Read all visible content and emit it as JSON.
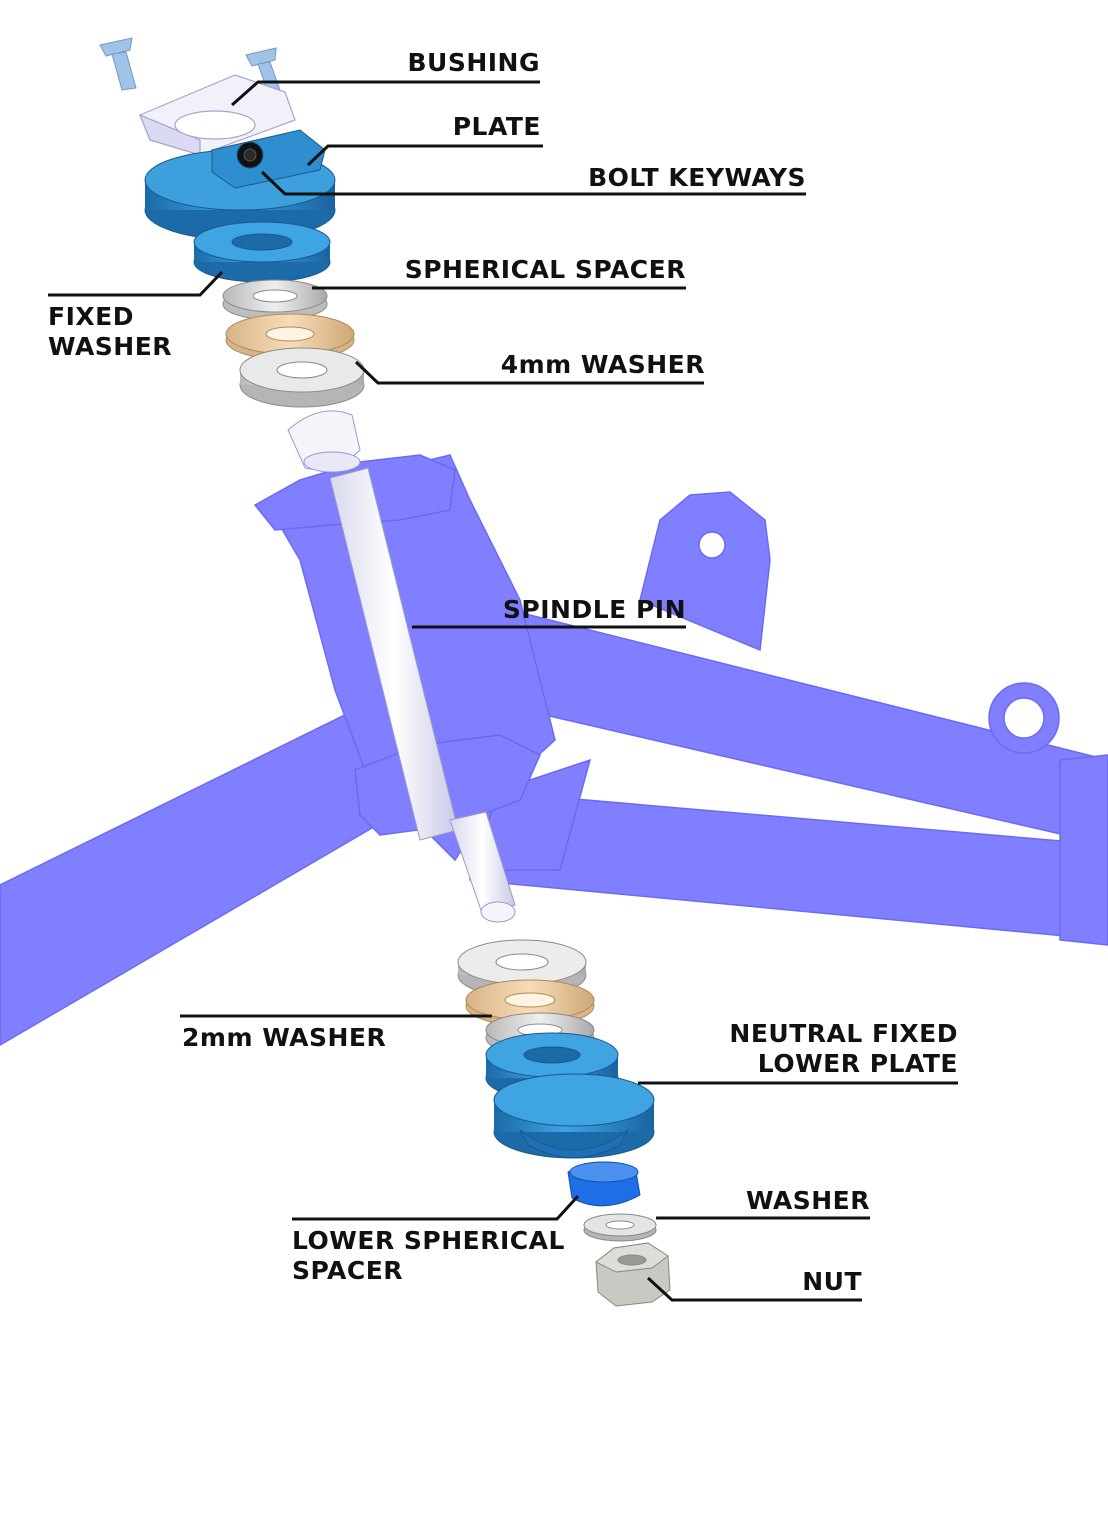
{
  "labels": {
    "bushing": "BUSHING",
    "plate": "PLATE",
    "bolt_keyways": "BOLT KEYWAYS",
    "spherical_spacer": "SPHERICAL SPACER",
    "fixed_washer": [
      "FIXED",
      "WASHER"
    ],
    "washer_4mm": "4mm WASHER",
    "spindle_pin": "SPINDLE PIN",
    "washer_2mm": "2mm WASHER",
    "neutral_fixed_lower_plate": [
      "NEUTRAL FIXED",
      "LOWER PLATE"
    ],
    "washer": "WASHER",
    "lower_spherical_spacer": [
      "LOWER SPHERICAL",
      "SPACER"
    ],
    "nut": "NUT"
  },
  "colors": {
    "frame": "#7f7fff",
    "frame_dark": "#6a6af0",
    "anodized_blue": "#2a8fd0",
    "anodized_blue_dark": "#1c6aa8",
    "bright_blue": "#1e6fe6",
    "white_part": "#eeeef8",
    "silver": "#d6d6d6",
    "bronze": "#efcfa6",
    "screw_blue": "#9fc4e8",
    "leader": "#111111"
  }
}
